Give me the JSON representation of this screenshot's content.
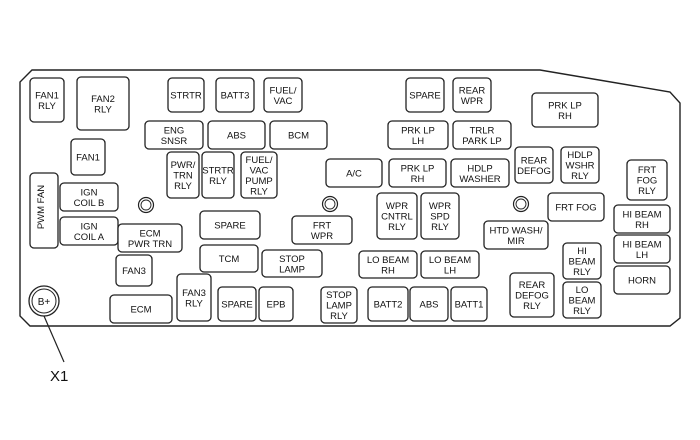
{
  "diagram": {
    "callout": "X1",
    "terminal": "B+",
    "components": {
      "fan1_rly": [
        "FAN1",
        "RLY"
      ],
      "fan2_rly": [
        "FAN2",
        "RLY"
      ],
      "strtr": [
        "STRTR"
      ],
      "batt3": [
        "BATT3"
      ],
      "fuel_vac": [
        "FUEL/",
        "VAC"
      ],
      "spare_top": [
        "SPARE"
      ],
      "rear_wpr": [
        "REAR",
        "WPR"
      ],
      "prk_lp_rh_top": [
        "PRK LP",
        "RH"
      ],
      "eng_snsr": [
        "ENG",
        "SNSR"
      ],
      "abs_top": [
        "ABS"
      ],
      "bcm": [
        "BCM"
      ],
      "prk_lp_lh": [
        "PRK LP",
        "LH"
      ],
      "trlr_park_lp": [
        "TRLR",
        "PARK LP"
      ],
      "fan1": [
        "FAN1"
      ],
      "pwr_trn_rly": [
        "PWR/",
        "TRN",
        "RLY"
      ],
      "strtr_rly": [
        "STRTR",
        "RLY"
      ],
      "fuel_vac_pump_rly": [
        "FUEL/",
        "VAC",
        "PUMP",
        "RLY"
      ],
      "ac": [
        "A/C"
      ],
      "prk_lp_rh": [
        "PRK LP",
        "RH"
      ],
      "hdlp_washer": [
        "HDLP",
        "WASHER"
      ],
      "rear_defog": [
        "REAR",
        "DEFOG"
      ],
      "hdlp_wshr_rly": [
        "HDLP",
        "WSHR",
        "RLY"
      ],
      "frt_fog_rly": [
        "FRT",
        "FOG",
        "RLY"
      ],
      "pwm_fan": [
        "PWM FAN"
      ],
      "ign_coil_b": [
        "IGN",
        "COIL B"
      ],
      "ign_coil_a": [
        "IGN",
        "COIL A"
      ],
      "spare_mid": [
        "SPARE"
      ],
      "frt_wpr": [
        "FRT",
        "WPR"
      ],
      "wpr_cntrl_rly": [
        "WPR",
        "CNTRL",
        "RLY"
      ],
      "wpr_spd_rly": [
        "WPR",
        "SPD",
        "RLY"
      ],
      "frt_fog": [
        "FRT FOG"
      ],
      "hi_beam_rh": [
        "HI BEAM",
        "RH"
      ],
      "ecm_pwr_trn": [
        "ECM",
        "PWR TRN"
      ],
      "htd_wash_mir": [
        "HTD WASH/",
        "MIR"
      ],
      "hi_beam_lh": [
        "HI BEAM",
        "LH"
      ],
      "tcm": [
        "TCM"
      ],
      "stop_lamp": [
        "STOP",
        "LAMP"
      ],
      "lo_beam_rh": [
        "LO BEAM",
        "RH"
      ],
      "lo_beam_lh": [
        "LO BEAM",
        "LH"
      ],
      "hi_beam_rly": [
        "HI",
        "BEAM",
        "RLY"
      ],
      "fan3": [
        "FAN3"
      ],
      "horn": [
        "HORN"
      ],
      "rear_defog_rly": [
        "REAR",
        "DEFOG",
        "RLY"
      ],
      "fan3_rly": [
        "FAN3",
        "RLY"
      ],
      "lo_beam_rly": [
        "LO",
        "BEAM",
        "RLY"
      ],
      "ecm": [
        "ECM"
      ],
      "spare_bottom": [
        "SPARE"
      ],
      "epb": [
        "EPB"
      ],
      "stop_lamp_rly": [
        "STOP",
        "LAMP",
        "RLY"
      ],
      "batt2": [
        "BATT2"
      ],
      "abs_bottom": [
        "ABS"
      ],
      "batt1": [
        "BATT1"
      ]
    }
  }
}
